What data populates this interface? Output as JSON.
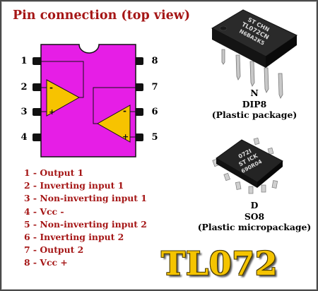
{
  "title": "Pin connection  (top view)",
  "diagram": {
    "colors": {
      "body": "#e61ee6",
      "opamp": "#f7c300",
      "text_red": "#a51616",
      "pin": "#111111"
    },
    "left_pins": [
      "1",
      "2",
      "3",
      "4"
    ],
    "right_pins": [
      "8",
      "7",
      "6",
      "5"
    ],
    "amp1": {
      "minus": "-",
      "plus": "+"
    },
    "amp2": {
      "minus": "-",
      "plus": "+"
    }
  },
  "pin_list": [
    "1 - Output 1",
    "2 - Inverting input 1",
    "3 - Non-inverting input 1",
    "4 - Vcc -",
    "5 - Non-inverting input 2",
    "6 - Inverting input 2",
    "7 - Output 2",
    "8 - Vcc +"
  ],
  "packages": {
    "dip": {
      "letter": "N",
      "name": "DIP8",
      "description": "(Plastic package)",
      "marking": [
        "ST CHN",
        "TL072CN",
        "N6BA2K5"
      ]
    },
    "so": {
      "letter": "D",
      "name": "SO8",
      "description": "(Plastic micropackage)",
      "marking": [
        "072I",
        "ST ICK",
        "690R04"
      ]
    }
  },
  "part_number": "TL072"
}
